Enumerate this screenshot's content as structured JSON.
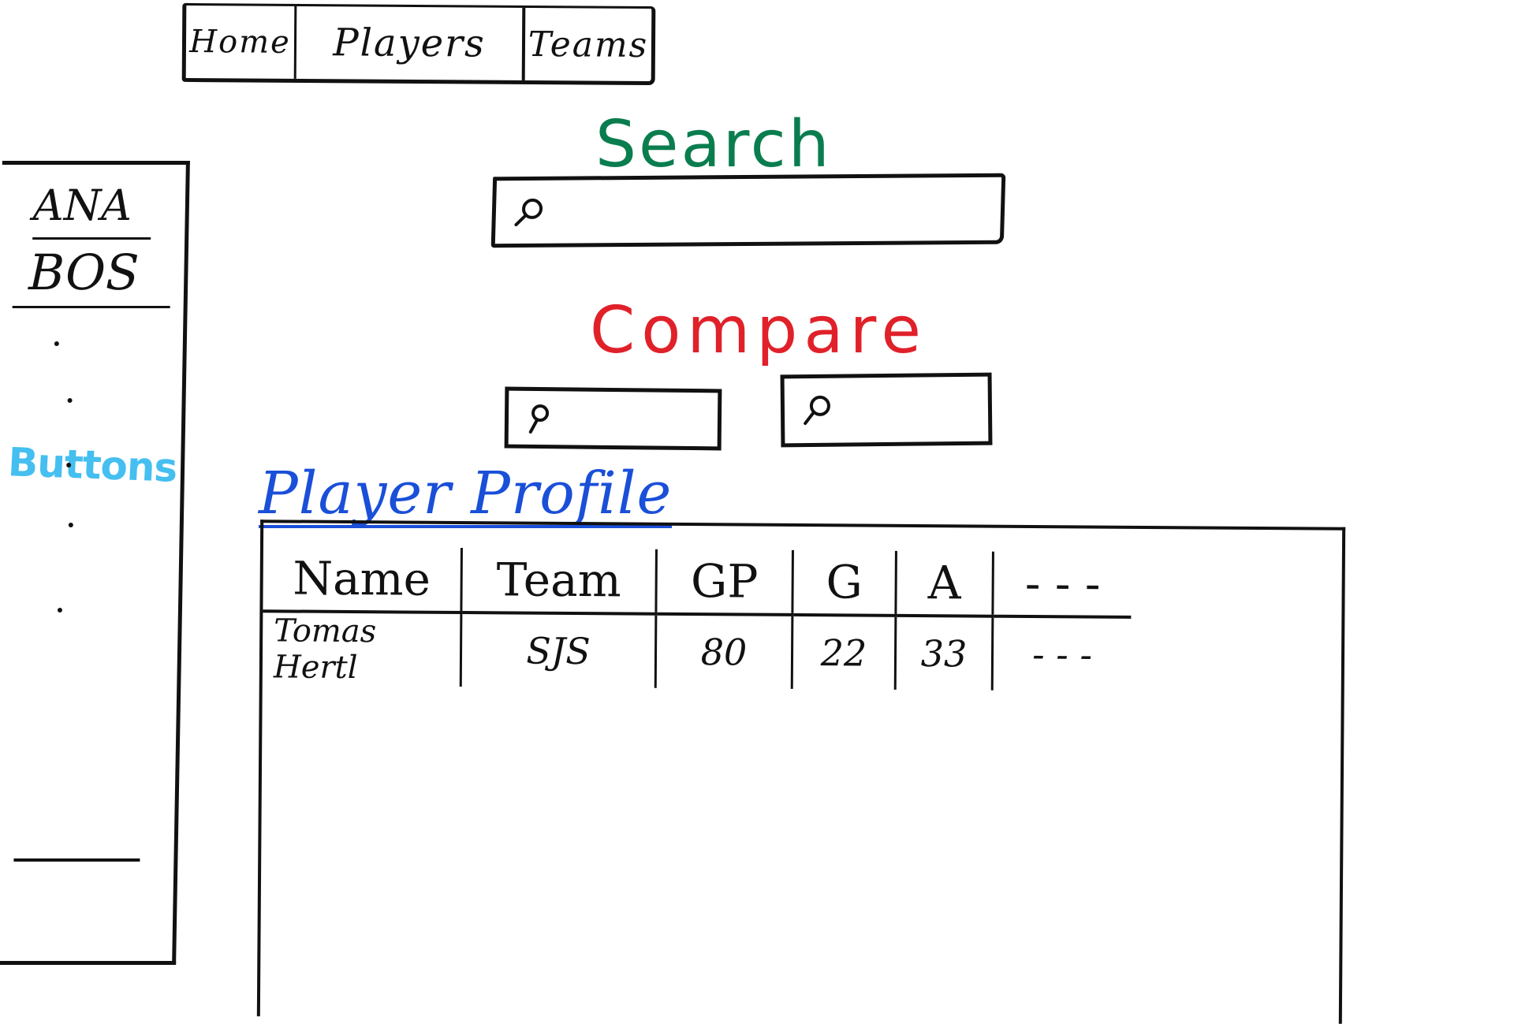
{
  "nav": {
    "tabs": [
      {
        "label": "Home"
      },
      {
        "label": "Players"
      },
      {
        "label": "Teams"
      }
    ]
  },
  "sidebar": {
    "teams": [
      {
        "label": "ANA"
      },
      {
        "label": "BOS"
      }
    ],
    "note": "Buttons"
  },
  "search": {
    "title": "Search",
    "icon": "magnifier-icon"
  },
  "compare": {
    "title": "Compare",
    "icon": "magnifier-icon"
  },
  "profile": {
    "title": "Player Profile",
    "table": {
      "headers": [
        "Name",
        "Team",
        "GP",
        "G",
        "A",
        "- - -"
      ],
      "rows": [
        [
          "Tomas Hertl",
          "SJS",
          "80",
          "22",
          "33",
          "- - -"
        ]
      ]
    }
  },
  "colors": {
    "search_title": "#0a7d4f",
    "compare_title": "#e0212a",
    "profile_title": "#1a4fd8",
    "sidebar_note": "#45bff0",
    "ink": "#111111"
  }
}
